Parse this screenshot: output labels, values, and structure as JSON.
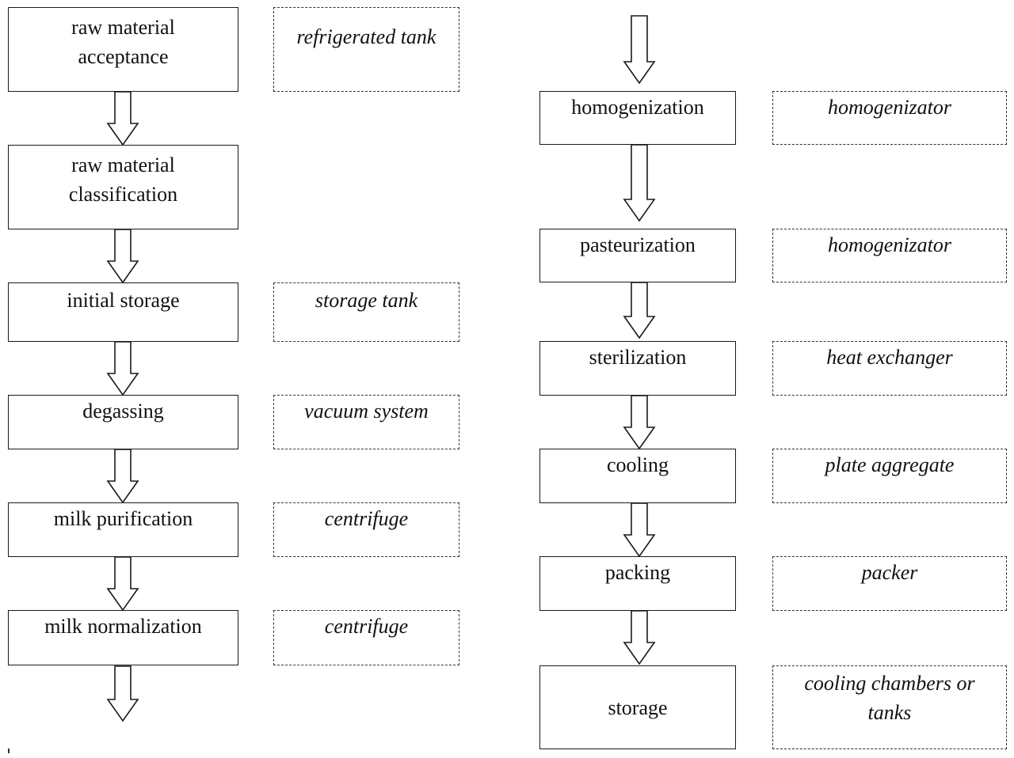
{
  "left_column": {
    "steps": [
      {
        "label": "raw material\nacceptance",
        "equipment": "refrigerated tank"
      },
      {
        "label": "raw material\nclassification",
        "equipment": ""
      },
      {
        "label": "initial storage",
        "equipment": "storage tank"
      },
      {
        "label": "degassing",
        "equipment": "vacuum system"
      },
      {
        "label": "milk purification",
        "equipment": "centrifuge"
      },
      {
        "label": "milk normalization",
        "equipment": "centrifuge"
      }
    ]
  },
  "right_column": {
    "steps": [
      {
        "label": "homogenization",
        "equipment": "homogenizator"
      },
      {
        "label": "pasteurization",
        "equipment": "homogenizator"
      },
      {
        "label": "sterilization",
        "equipment": "heat exchanger"
      },
      {
        "label": "cooling",
        "equipment": "plate aggregate"
      },
      {
        "label": "packing",
        "equipment": "packer"
      },
      {
        "label": "storage",
        "equipment": "cooling chambers or\ntanks"
      }
    ]
  }
}
